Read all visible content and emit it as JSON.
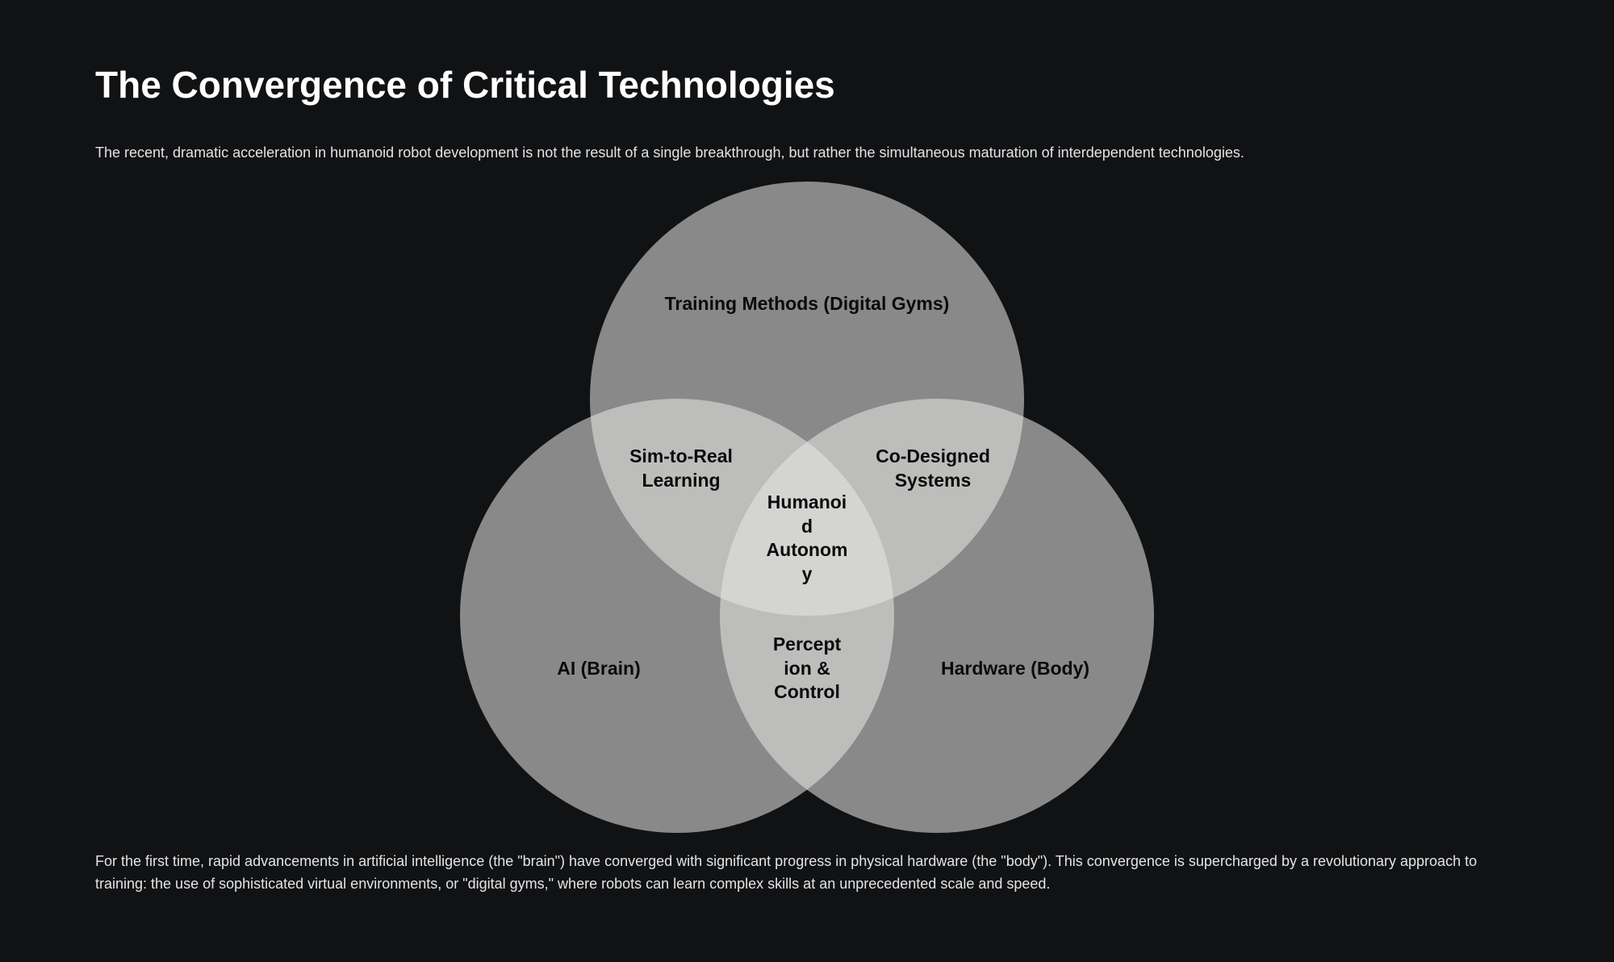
{
  "page": {
    "title": "The Convergence of Critical Technologies",
    "intro": "The recent, dramatic acceleration in humanoid robot development is not the result of a single breakthrough, but rather the simultaneous maturation of interdependent technologies.",
    "outro": "For the first time, rapid advancements in artificial intelligence (the \"brain\") have converged with significant progress in physical hardware (the \"body\"). This convergence is supercharged by a revolutionary approach to training: the use of sophisticated virtual environments, or \"digital gyms,\" where robots can learn complex skills at an unprecedented scale and speed."
  },
  "venn": {
    "circles": [
      {
        "label": "Training Methods (Digital Gyms)"
      },
      {
        "label": "AI (Brain)"
      },
      {
        "label": "Hardware (Body)"
      }
    ],
    "overlaps": {
      "training_ai": [
        "Sim-to-Real",
        "Learning"
      ],
      "training_hardware": [
        "Co-Designed",
        "Systems"
      ],
      "ai_hardware": [
        "Percept",
        "ion &",
        "Control"
      ],
      "center": [
        "Humanoi",
        "d",
        "Autonom",
        "y"
      ]
    },
    "colors": {
      "background": "#111214",
      "circle_fill": "#e6e8e5",
      "label_text": "#0b0b0b"
    }
  }
}
